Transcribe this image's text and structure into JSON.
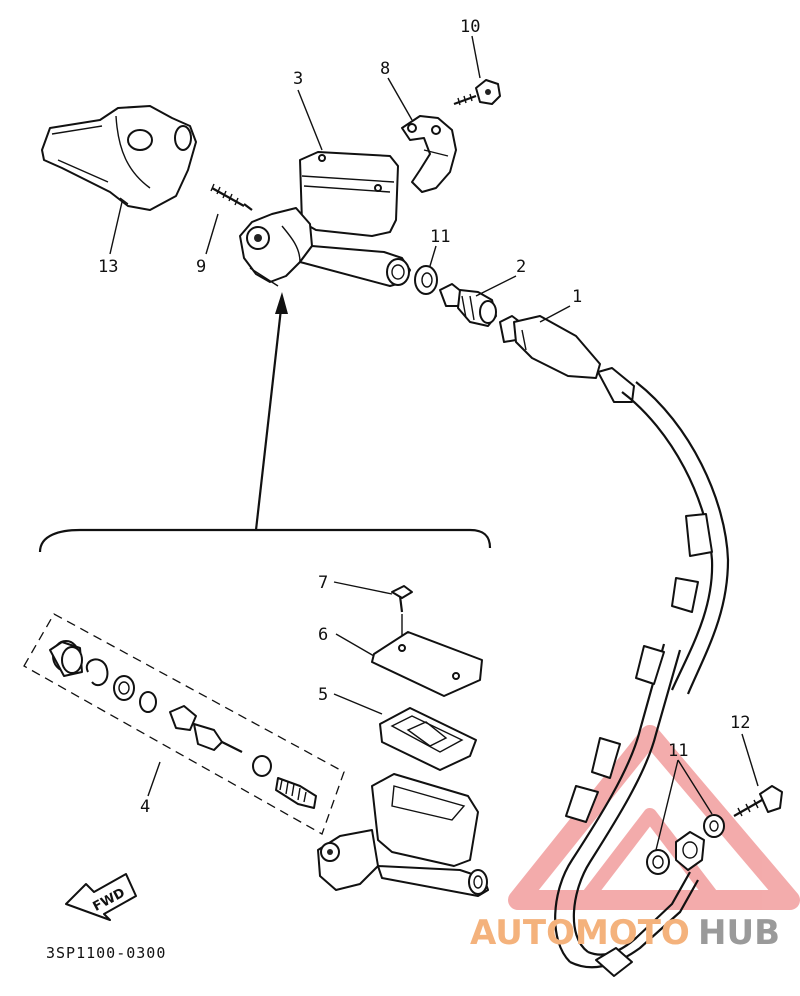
{
  "labels": {
    "p1": "1",
    "p2": "2",
    "p3": "3",
    "p4": "4",
    "p5": "5",
    "p6": "6",
    "p7": "7",
    "p8": "8",
    "p9": "9",
    "p10": "10",
    "p11a": "11",
    "p11b": "11",
    "p12": "12",
    "p13": "13"
  },
  "fwd_label": "FWD",
  "diagram_code": "3SP1100-0300",
  "watermark": {
    "part1": "AUTOMOTO",
    "part2": "HUB",
    "color1": "#f4b27c",
    "color2": "#9a9a9a",
    "triangle_color": "#f2a3a3"
  }
}
